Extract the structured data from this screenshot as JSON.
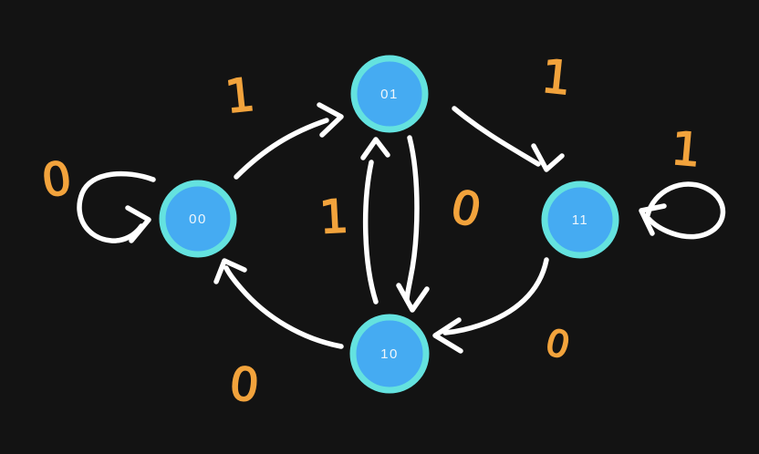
{
  "colors": {
    "background": "#131313",
    "node_fill": "#45abf2",
    "node_border": "#64e2df",
    "node_label": "#eef6fc",
    "stroke": "#ffffff",
    "edge_label": "#f2a33c"
  },
  "diagram": {
    "type": "finite-state-machine",
    "nodes": [
      {
        "id": "00",
        "label": "00"
      },
      {
        "id": "01",
        "label": "01"
      },
      {
        "id": "11",
        "label": "11"
      },
      {
        "id": "10",
        "label": "10"
      }
    ],
    "edges": [
      {
        "from": "00",
        "to": "00",
        "label": "0"
      },
      {
        "from": "00",
        "to": "01",
        "label": "1"
      },
      {
        "from": "10",
        "to": "01",
        "label": "1"
      },
      {
        "from": "01",
        "to": "10",
        "label": "0"
      },
      {
        "from": "01",
        "to": "11",
        "label": "1"
      },
      {
        "from": "11",
        "to": "11",
        "label": "1"
      },
      {
        "from": "11",
        "to": "10",
        "label": "0"
      },
      {
        "from": "10",
        "to": "00",
        "label": "0"
      }
    ]
  }
}
